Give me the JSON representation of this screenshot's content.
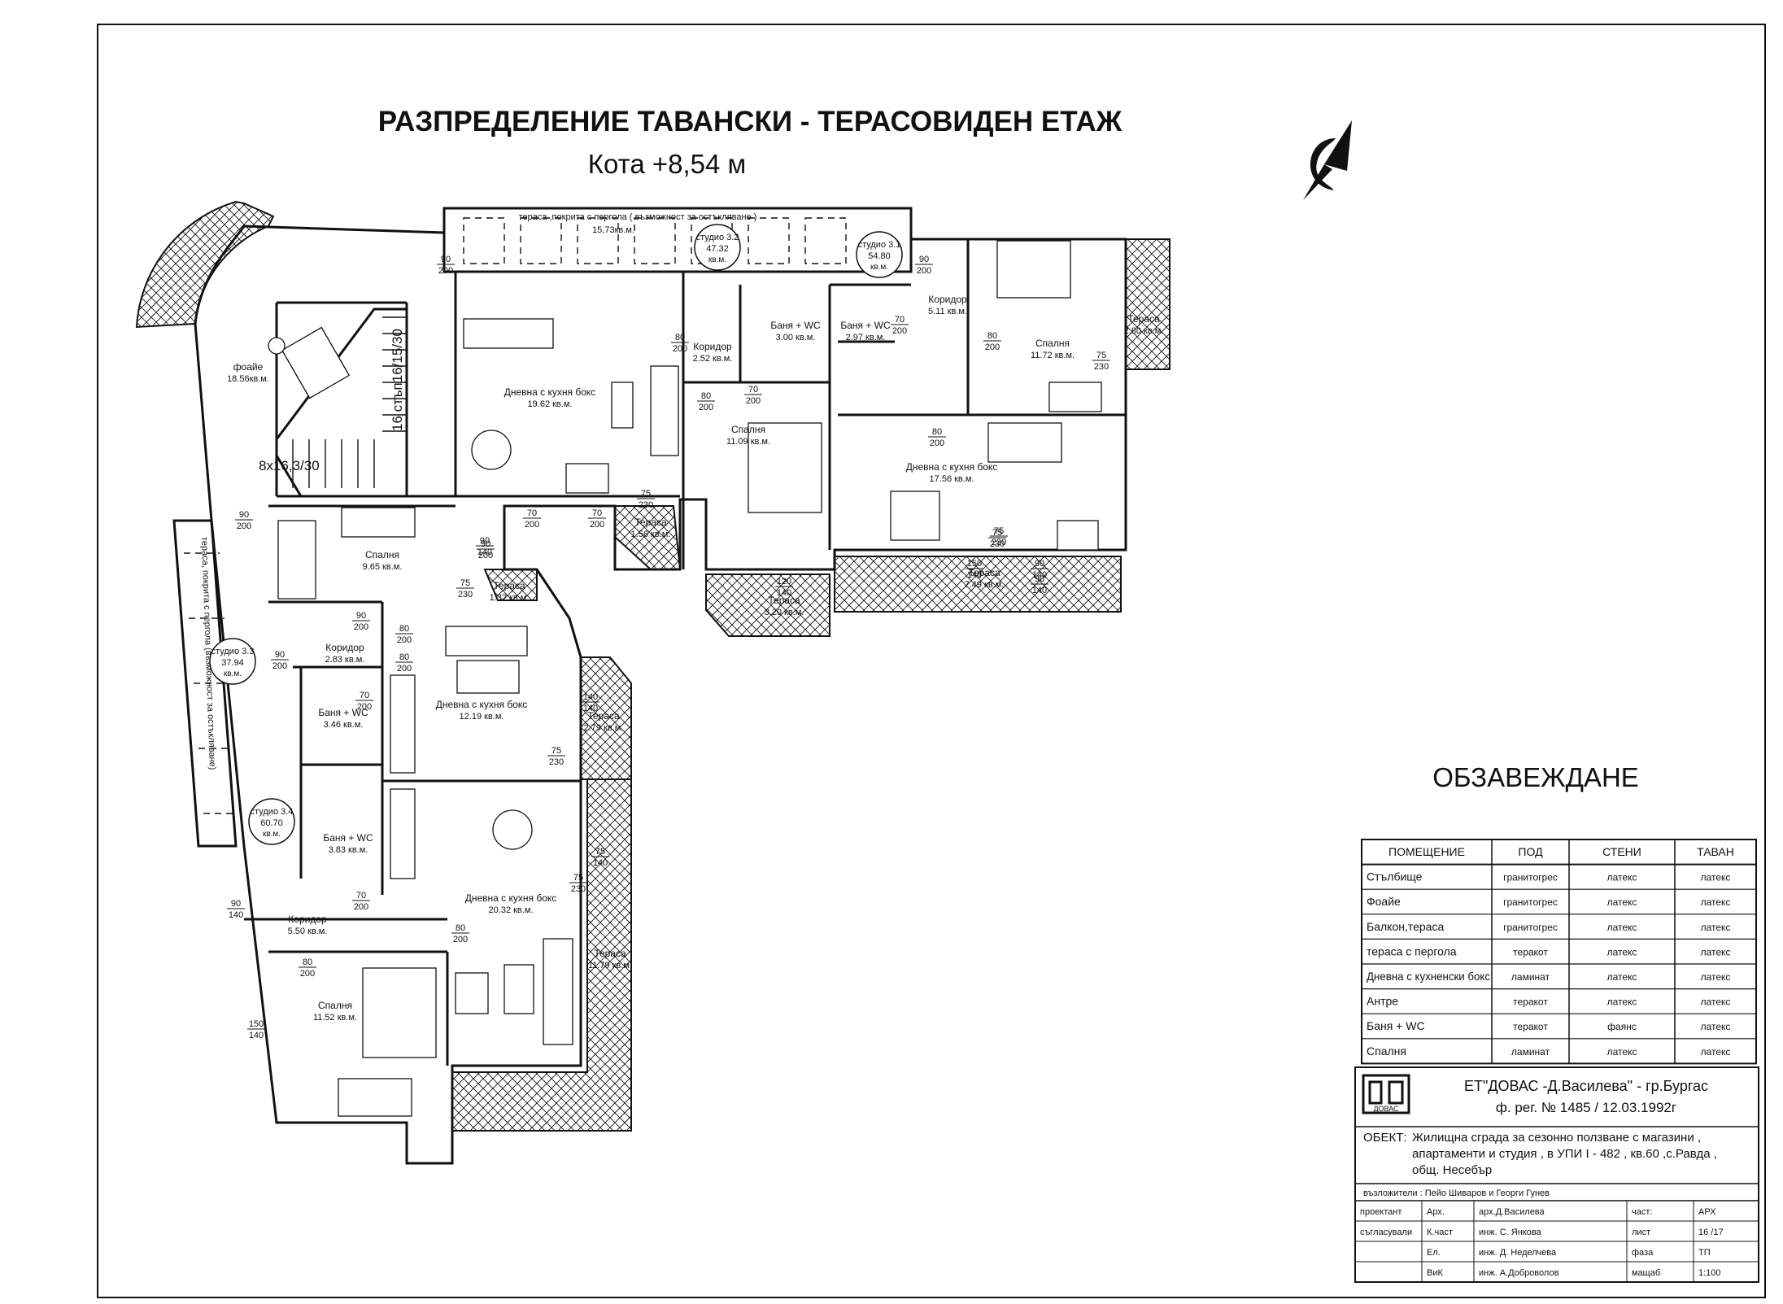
{
  "title": "РАЗПРЕДЕЛЕНИЕ ТАВАНСКИ - ТЕРАСОВИДЕН ЕТАЖ",
  "subtitle": "Кота  +8,54 м",
  "finishes_title": "ОБЗАВЕЖДАНЕ",
  "finishes": {
    "headers": [
      "ПОМЕЩЕНИЕ",
      "ПОД",
      "СТЕНИ",
      "ТАВАН"
    ],
    "rows": [
      [
        "Стълбище",
        "гранитогрес",
        "латекс",
        "латекс"
      ],
      [
        "Фоайе",
        "гранитогрес",
        "латекс",
        "латекс"
      ],
      [
        "Балкон,тераса",
        "гранитогрес",
        "латекс",
        "латекс"
      ],
      [
        "тераса с пергола",
        "теракот",
        "латекс",
        "латекс"
      ],
      [
        "Дневна с кухненски бокс",
        "ламинат",
        "латекс",
        "латекс"
      ],
      [
        "Антре",
        "теракот",
        "латекс",
        "латекс"
      ],
      [
        "Баня + WC",
        "теракот",
        "фаянс",
        "латекс"
      ],
      [
        "Спалня",
        "ламинат",
        "латекс",
        "латекс"
      ]
    ]
  },
  "title_block": {
    "logo_text": "ДОВАС",
    "company": "ЕТ\"ДОВАС -Д.Василева\"  - гр.Бургас",
    "registration": "ф. рег. № 1485 / 12.03.1992г",
    "object_label": "ОБЕКТ:",
    "object_line1": "Жилищна сграда за сезонно ползване с магазини ,",
    "object_line2": "апартаменти и студия , в УПИ I - 482 , кв.60 ,с.Равда ,",
    "object_line3": "общ. Несебър",
    "clients": "възложители :  Пейо Шиваров и Георги Гунев",
    "rows": [
      [
        "проектант",
        "Арх.",
        "арх.Д.Василева",
        "част:",
        "АРХ"
      ],
      [
        "съгласували",
        "К.част",
        "инж. С. Янкова",
        "лист",
        "16 /17"
      ],
      [
        "",
        "Ел.",
        "инж. Д. Неделчева",
        "фаза",
        "ТП"
      ],
      [
        "",
        "ВиК",
        "инж. А.Доброволов",
        "мащаб",
        "1:100"
      ]
    ]
  },
  "plan": {
    "pergola_label": "тераса ,покрита с пергола ( възможност за остъкляване )",
    "pergola_area": "15,73кв.м.",
    "side_pergola_label": "тераса, покрита с пергола (възможност за остъкляване)",
    "stair_label_1": "16 стъп16/15/30",
    "stair_label_2": "8x16,3/30",
    "studios": [
      {
        "name": "студио 3.1",
        "area": "54.80",
        "unit": "кв.м."
      },
      {
        "name": "студио 3.2",
        "area": "47.32",
        "unit": "кв.м."
      },
      {
        "name": "студио 3.3",
        "area": "37.94",
        "unit": "кв.м."
      },
      {
        "name": "студио 3.4",
        "area": "60.70",
        "unit": "кв.м."
      }
    ],
    "rooms": [
      {
        "name": "фоайе",
        "area": "18.56кв.м."
      },
      {
        "name": "Дневна с кухня бокс",
        "area": "19.62 кв.м."
      },
      {
        "name": "Коридор",
        "area": "2.52 кв.м."
      },
      {
        "name": "Баня + WC",
        "area": "3.00 кв.м."
      },
      {
        "name": "Баня + WC",
        "area": "2.97 кв.м."
      },
      {
        "name": "Коридор",
        "area": "5.11 кв.м."
      },
      {
        "name": "Спалня",
        "area": "11.72 кв.м."
      },
      {
        "name": "Тераса",
        "area": "2.80 кв.м."
      },
      {
        "name": "Спалня",
        "area": "11.09 кв.м."
      },
      {
        "name": "Дневна с кухня бокс",
        "area": "17.56 кв.м."
      },
      {
        "name": "Тераса",
        "area": "1.56 кв.м."
      },
      {
        "name": "Тераса",
        "area": "3.20 кв.м."
      },
      {
        "name": "Тераса",
        "area": "7.49 кв.м."
      },
      {
        "name": "Спалня",
        "area": "9.65 кв.м."
      },
      {
        "name": "Тераса",
        "area": "1.32 кв.м."
      },
      {
        "name": "Коридор",
        "area": "2.83 кв.м."
      },
      {
        "name": "Дневна с кухня бокс",
        "area": "12.19 кв.м."
      },
      {
        "name": "Баня + WC",
        "area": "3.46 кв.м."
      },
      {
        "name": "Тераса",
        "area": "2.79 кв.м."
      },
      {
        "name": "Баня + WC",
        "area": "3.83 кв.м."
      },
      {
        "name": "Дневна с кухня бокс",
        "area": "20.32 кв.м."
      },
      {
        "name": "Коридор",
        "area": "5.50 кв.м."
      },
      {
        "name": "Спалня",
        "area": "11.52 кв.м."
      },
      {
        "name": "Тераса",
        "area": "11.79 кв.м."
      }
    ],
    "door_labels": [
      [
        "90",
        "200"
      ],
      [
        "90",
        "200"
      ],
      [
        "90",
        "200"
      ],
      [
        "80",
        "200"
      ],
      [
        "70",
        "200"
      ],
      [
        "70",
        "200"
      ],
      [
        "80",
        "200"
      ],
      [
        "75",
        "230"
      ],
      [
        "80",
        "200"
      ],
      [
        "80",
        "200"
      ],
      [
        "75",
        "230"
      ],
      [
        "70",
        "200"
      ],
      [
        "75",
        "230"
      ],
      [
        "90",
        "200"
      ],
      [
        "90",
        "140"
      ],
      [
        "70",
        "200"
      ],
      [
        "90",
        "200"
      ],
      [
        "75",
        "230"
      ],
      [
        "80",
        "200"
      ],
      [
        "80",
        "200"
      ],
      [
        "90",
        "200"
      ],
      [
        "70",
        "200"
      ],
      [
        "75",
        "230"
      ],
      [
        "140",
        "140"
      ],
      [
        "75",
        "140"
      ],
      [
        "75",
        "230"
      ],
      [
        "70",
        "200"
      ],
      [
        "80",
        "200"
      ],
      [
        "90",
        "140"
      ],
      [
        "80",
        "200"
      ],
      [
        "150",
        "140"
      ],
      [
        "120",
        "140"
      ],
      [
        "150",
        "140"
      ],
      [
        "90",
        "140"
      ],
      [
        "90",
        "140"
      ],
      [
        "75",
        "230"
      ]
    ]
  }
}
